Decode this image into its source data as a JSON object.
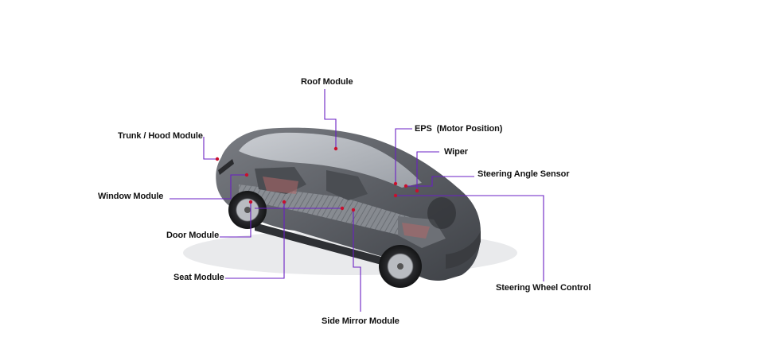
{
  "labels": {
    "roof": "Roof Module",
    "trunk": "Trunk / Hood Module",
    "window": "Window Module",
    "door": "Door Module",
    "seat": "Seat Module",
    "mirror": "Side Mirror Module",
    "eps": "EPS  (Motor Position)",
    "wiper": "Wiper",
    "steering_angle": "Steering Angle Sensor",
    "steering_wheel": "Steering Wheel Control"
  },
  "colors": {
    "leader_line": "#6a1fc4",
    "marker_dot": "#c8102e",
    "body": "#5a5d63",
    "glass": "#bfc3c9"
  }
}
